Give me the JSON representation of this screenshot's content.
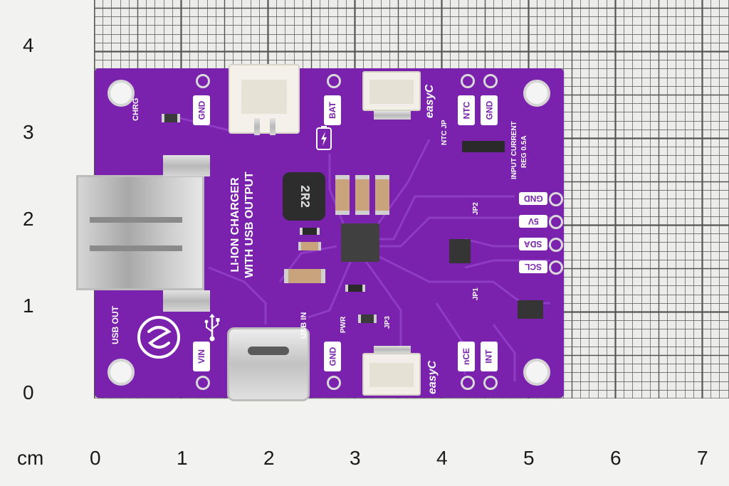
{
  "ruler": {
    "unit": "cm",
    "x_labels": [
      "0",
      "1",
      "2",
      "3",
      "4",
      "5",
      "6",
      "7"
    ],
    "y_labels": [
      "4",
      "3",
      "2",
      "1",
      "0"
    ]
  },
  "board": {
    "title_line1": "LI-ION CHARGER",
    "title_line2": "WITH USB OUTPUT",
    "inductor_marking": "2R2",
    "labels": {
      "chrg": "CHRG",
      "gnd_top": "GND",
      "bat": "BAT",
      "easyc_top": "easyC",
      "ntc": "NTC",
      "gnd_top_right": "GND",
      "ntc_jp": "NTC JP",
      "input_current_1": "INPUT CURRENT",
      "input_current_2": "REG 0.5A",
      "gnd_right": "GND",
      "v5_right": "5V",
      "sda_right": "SDA",
      "scl_right": "SCL",
      "jp2": "JP2",
      "jp1": "JP1",
      "jp3": "JP3",
      "pwr": "PWR",
      "usb_in": "USB IN",
      "usb_out": "USB OUT",
      "vin": "VIN",
      "gnd_bottom": "GND",
      "easyc_bottom": "easyC",
      "nce": "nCE",
      "int": "INT"
    }
  },
  "colors": {
    "pcb": "#7a22ad",
    "silkscreen": "#ffffff",
    "grid_background": "#ececea",
    "grid_line": "#555555"
  }
}
